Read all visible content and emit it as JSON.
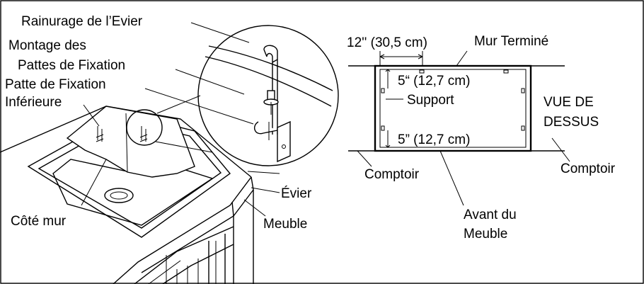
{
  "labels": {
    "rainurage": "Rainurage de l’Evier",
    "montage_1": "Montage des",
    "montage_2": "Pattes de Fixation",
    "patte_1": "Patte de Fixation",
    "patte_2": "Inférieure",
    "cote_mur": "Côté mur",
    "evier": "Évier",
    "meuble": "Meuble",
    "dim_12": "12'' (30,5 cm)",
    "mur_termine": "Mur Terminé",
    "dim_5_top": "5“ (12,7 cm)",
    "support": "Support",
    "vue_1": "VUE DE",
    "vue_2": "DESSUS",
    "dim_5_bottom": "5” (12,7 cm)",
    "comptoir_left": "Comptoir",
    "comptoir_right": "Comptoir",
    "avant_1": "Avant du",
    "avant_2": "Meuble"
  }
}
